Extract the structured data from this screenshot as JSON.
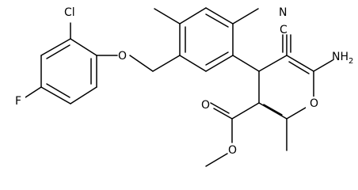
{
  "molecule": {
    "atoms": {
      "cl": "Cl",
      "f": "F",
      "o_ether": "O",
      "n_nitrile": "N",
      "c_nitrile": "C",
      "nh2": "NH",
      "nh2_sub": "2",
      "o_ring": "O",
      "o_carbonyl": "O",
      "o_ester": "O"
    },
    "colors": {
      "bond": "#000000",
      "label": "#000000",
      "background": "#ffffff"
    }
  }
}
